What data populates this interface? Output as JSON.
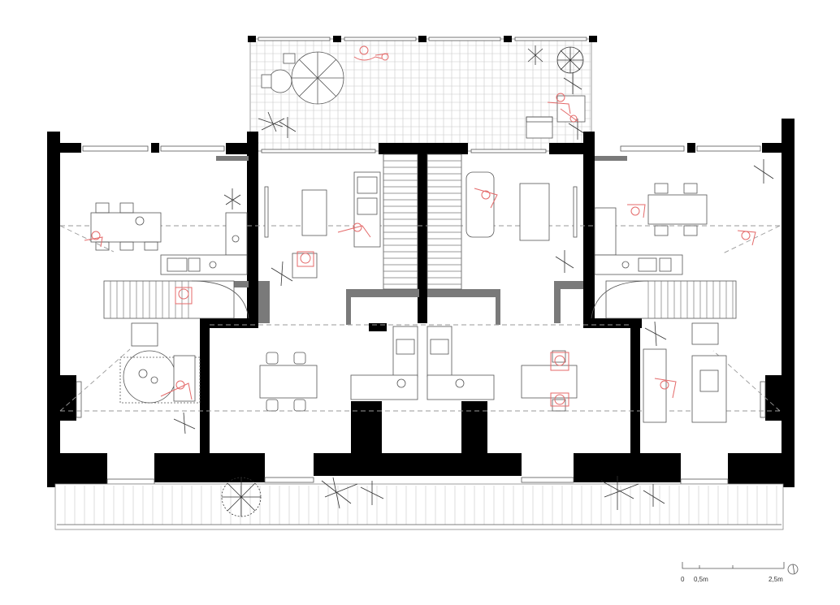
{
  "drawing": {
    "type": "architectural floor plan",
    "colors": {
      "walls": "#000000",
      "partition_walls": "#7a7a7a",
      "furniture": "#555555",
      "people": "#e46a6a",
      "hatch_grid": "#c8c8c8"
    }
  },
  "scale_bar": {
    "label_start": "0",
    "label_mid": "0,5m",
    "label_end": "2,5m"
  },
  "north_arrow": {
    "icon": "north-arrow-icon"
  }
}
